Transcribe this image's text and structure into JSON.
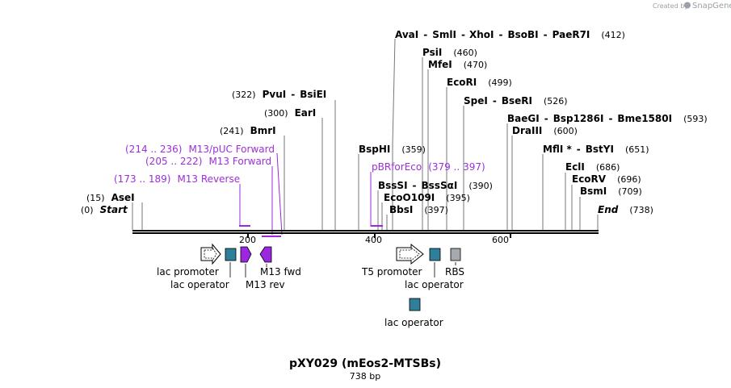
{
  "branding": {
    "created_by": "Created by",
    "app_name": "SnapGene"
  },
  "map": {
    "title": "pXY029 (mEos2-MTSBs)",
    "length_label": "738 bp",
    "ticks": [
      "200",
      "400",
      "600"
    ]
  },
  "sites": {
    "start": {
      "pos": "(0)",
      "name": "Start"
    },
    "end": {
      "name": "End",
      "pos": "(738)"
    },
    "asei": {
      "pos": "(15)",
      "name": "AseI"
    },
    "bmri": {
      "pos": "(241)",
      "name": "BmrI"
    },
    "eari": {
      "pos": "(300)",
      "name": "EarI"
    },
    "pvui": {
      "pos": "(322)",
      "name": "PvuI",
      "sep": "-",
      "name2": "BsiEI"
    },
    "bsphi": {
      "name": "BspHI",
      "pos": "(359)"
    },
    "bssi": {
      "name": "BssSI",
      "sep": "-",
      "name2": "BssSαI",
      "pos": "(390)"
    },
    "eco109": {
      "name": "EcoO109I",
      "pos": "(395)"
    },
    "bbsi": {
      "name": "BbsI",
      "pos": "(397)"
    },
    "avai": {
      "name": "AvaI",
      "s1": "-",
      "n2": "SmlI",
      "s2": "-",
      "n3": "XhoI",
      "s3": "-",
      "n4": "BsoBI",
      "s4": "-",
      "n5": "PaeR7I",
      "pos": "(412)"
    },
    "psii": {
      "name": "PsiI",
      "pos": "(460)"
    },
    "mfei": {
      "name": "MfeI",
      "pos": "(470)"
    },
    "ecori": {
      "name": "EcoRI",
      "pos": "(499)"
    },
    "spei": {
      "name": "SpeI",
      "sep": "-",
      "name2": "BseRI",
      "pos": "(526)"
    },
    "baegi": {
      "name": "BaeGI",
      "s1": "-",
      "n2": "Bsp1286I",
      "s2": "-",
      "n3": "Bme1580I",
      "pos": "(593)"
    },
    "draiii": {
      "name": "DraIII",
      "pos": "(600)"
    },
    "mfli": {
      "name": "MflI *",
      "sep": "-",
      "name2": "BstYI",
      "pos": "(651)"
    },
    "ecli": {
      "name": "EclI",
      "pos": "(686)"
    },
    "ecorv": {
      "name": "EcoRV",
      "pos": "(696)"
    },
    "bsmi": {
      "name": "BsmI",
      "pos": "(709)"
    }
  },
  "primers": {
    "m13puc": {
      "range": "(214 .. 236)",
      "name": "M13/pUC Forward"
    },
    "m13fwd": {
      "range": "(205 .. 222)",
      "name": "M13 Forward"
    },
    "m13rev": {
      "range": "(173 .. 189)",
      "name": "M13 Reverse"
    },
    "pbr": {
      "name": "pBRforEco",
      "range": "(379 .. 397)"
    }
  },
  "features": {
    "lac_promoter_1": "lac promoter",
    "lac_operator_1": "lac operator",
    "m13_rev": "M13 rev",
    "m13_fwd": "M13 fwd",
    "t5_promoter": "T5 promoter",
    "lac_operator_2": "lac operator",
    "rbs": "RBS",
    "lac_operator_3": "lac operator"
  },
  "colors": {
    "backbone": "#000000",
    "promoter_fill": "#ffffff",
    "operator_fill": "#2e7f99",
    "primer_bind": "#9b27e0",
    "rbs_fill": "#a6a9ad",
    "primer_text": "#9b30d9",
    "site_line": "#777777"
  }
}
